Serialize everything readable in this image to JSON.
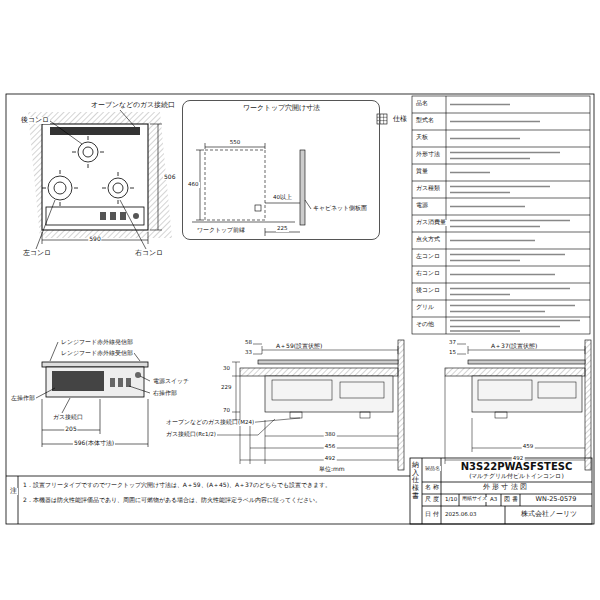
{
  "diagram": {
    "nodes": [
      {
        "text": [
          "ワークトップ穴開け寸法"
        ]
      },
      {
        "text": [
          "N3S22PWASFSTESC",
          "(マルチグリル付ビルトインコンロ)"
        ]
      }
    ],
    "labels": [
      "後コンロ",
      "オーブンなどのガス接続口",
      "左コンロ",
      "右コンロ",
      "590",
      "506",
      "550",
      "460",
      "ワークトップ前縁",
      "40以上",
      "225",
      "キャビネット側板面",
      "仕様",
      "品名",
      "型式名",
      "天板",
      "外形寸法",
      "質量",
      "ガス種類",
      "電源",
      "ガス消費量",
      "点火方式",
      "左コンロ",
      "右コンロ",
      "後コンロ",
      "グリル",
      "その他",
      "レンジフード赤外線発信部",
      "レンジフード赤外線受信部",
      "電源スイッチ",
      "右操作部",
      "左操作部",
      "ガス接続口",
      "205",
      "596(本体寸法)",
      "A＋59(設置状態)",
      "58",
      "33",
      "30",
      "229",
      "70",
      "オーブンなどのガス接続口(M24)",
      "ガス接続口(Rc1/2)",
      "380",
      "456",
      "492",
      "単位:mm",
      "A＋37(設置状態)",
      "37",
      "15",
      "459",
      "492",
      "注",
      "1．設置フリータイプですのでワークトップ穴開け寸法は、A＋59、(A＋45)、A＋37のどちらでも設置できます。",
      "2．本機器は防火性能評価品であり、周囲に可燃物がある場合は、防火性能評定ラベル内容に従ってください。",
      "納入仕様書",
      "製品名",
      "名 称",
      "外 形 寸 法 図",
      "尺 度",
      "1/10",
      "用紙サイズ",
      "A3",
      "図 番",
      "WN-25-0579",
      "日 付",
      "2025.06.03",
      "株式会社ノーリツ"
    ]
  }
}
